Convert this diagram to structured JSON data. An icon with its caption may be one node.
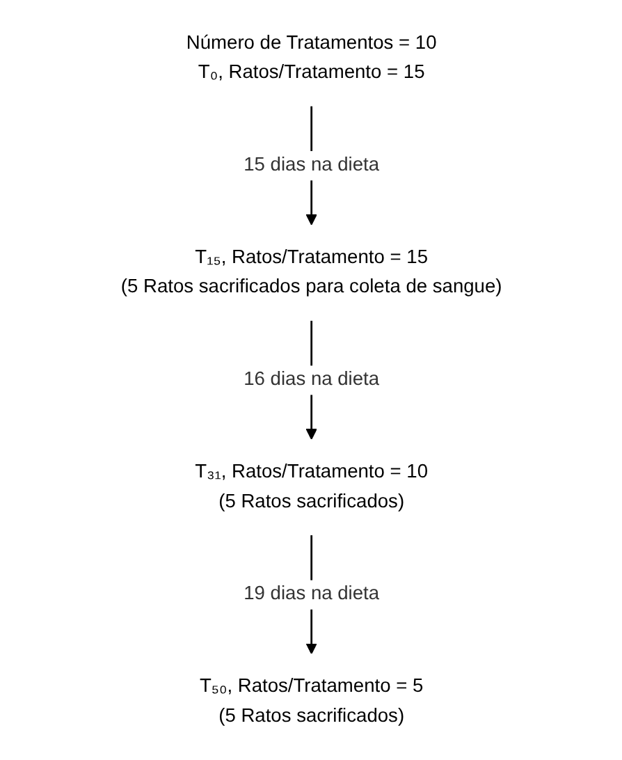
{
  "diagram": {
    "nodes": [
      {
        "text": [
          "Número de Tratamentos = 10",
          "T₀, Ratos/Tratamento = 15"
        ]
      },
      {
        "text": [
          "T₁₅, Ratos/Tratamento = 15",
          "(5 Ratos sacrificados para coleta de sangue)"
        ]
      },
      {
        "text": [
          "T₃₁, Ratos/Tratamento = 10",
          "(5 Ratos sacrificados)"
        ]
      },
      {
        "text": [
          "T₅₀, Ratos/Tratamento = 5",
          "(5 Ratos sacrificados)"
        ]
      }
    ],
    "edges": [
      {
        "from": 0,
        "to": 1,
        "arrow": "to",
        "label": "15 dias na dieta"
      },
      {
        "from": 1,
        "to": 2,
        "arrow": "to",
        "label": "16 dias na dieta"
      },
      {
        "from": 2,
        "to": 3,
        "arrow": "to",
        "label": "19 dias na dieta"
      }
    ]
  }
}
